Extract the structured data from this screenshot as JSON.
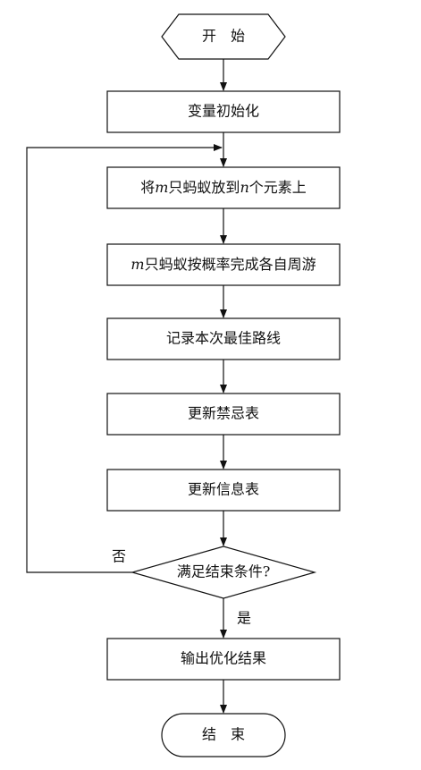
{
  "start_label": "开　始",
  "end_label": "结　束",
  "step1": "变量初始化",
  "step2": {
    "p1": "将",
    "m": "m",
    "p2": "只蚂蚁放到",
    "n": "n",
    "p3": "个元素上"
  },
  "step3": {
    "m": "m",
    "p1": "只蚂蚁按概率完成各自周游"
  },
  "step4": "记录本次最佳路线",
  "step5": "更新禁忌表",
  "step6": "更新信息表",
  "decision": "满足结束条件?",
  "no_label": "否",
  "yes_label": "是",
  "step7": "输出优化结果"
}
